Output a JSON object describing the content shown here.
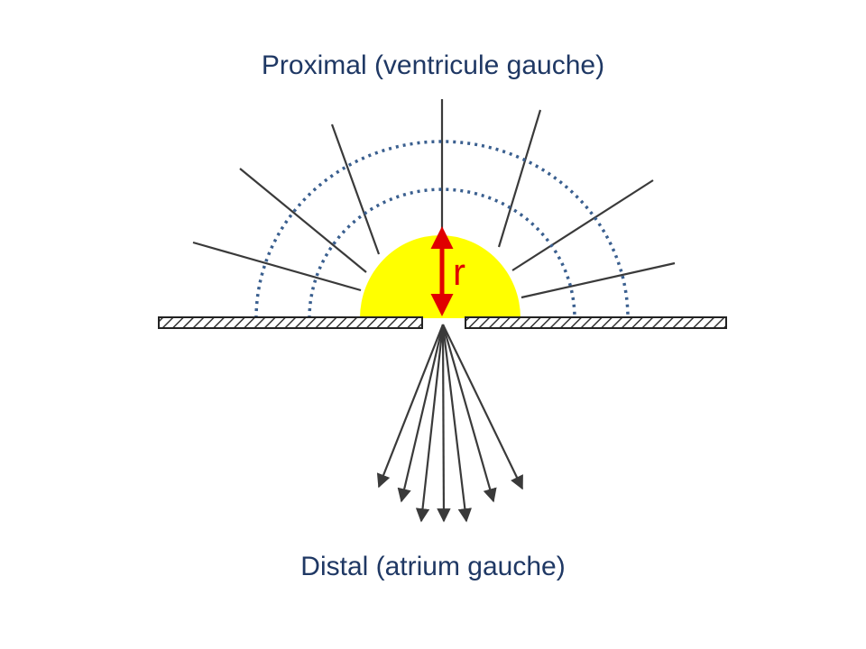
{
  "labels": {
    "proximal": "Proximal (ventricule gauche)",
    "distal": "Distal (atrium gauche)",
    "radius": "r"
  },
  "colors": {
    "hemisphere": "#ffff00",
    "radius_arrow": "#e00000",
    "isovelocity_shells": "#3a5f8f",
    "streamlines": "#3a3a3a",
    "label_text": "#1f3864"
  }
}
